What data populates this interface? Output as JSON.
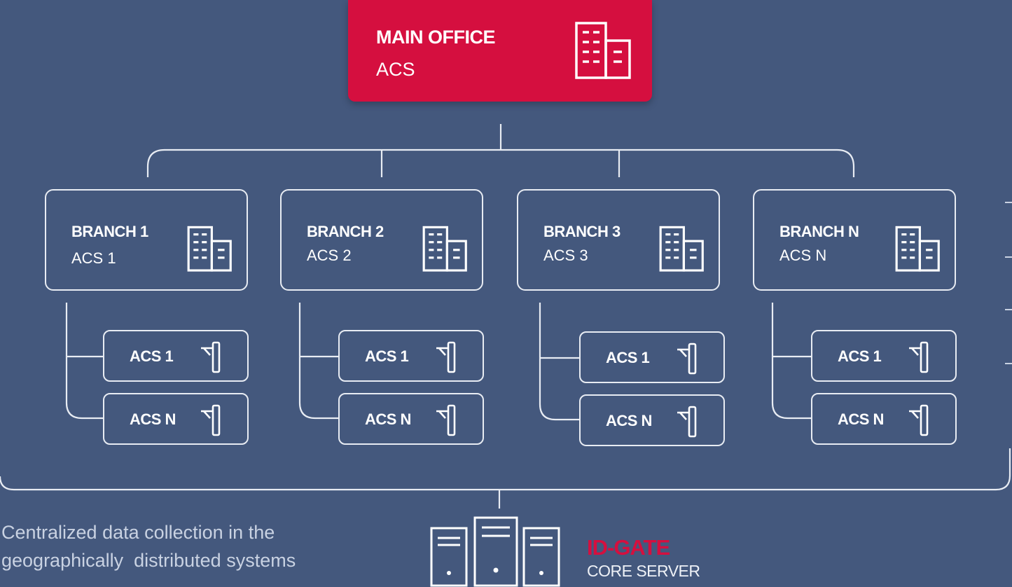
{
  "main_office": {
    "title": "MAIN OFFICE",
    "subtitle": "ACS",
    "icon": "building-icon"
  },
  "branches": [
    {
      "title": "BRANCH 1",
      "subtitle": "ACS 1",
      "acs": [
        "ACS 1",
        "ACS N"
      ]
    },
    {
      "title": "BRANCH 2",
      "subtitle": "ACS 2",
      "acs": [
        "ACS 1",
        "ACS N"
      ]
    },
    {
      "title": "BRANCH 3",
      "subtitle": "ACS 3",
      "acs": [
        "ACS 1",
        "ACS N"
      ]
    },
    {
      "title": "BRANCH N",
      "subtitle": "ACS N",
      "acs": [
        "ACS 1",
        "ACS N"
      ]
    }
  ],
  "caption": {
    "line1": "Centralized data collection in the",
    "line2": "geographically  distributed systems"
  },
  "server": {
    "brand": "ID-GATE",
    "label": "CORE SERVER",
    "icon": "server-icon"
  },
  "colors": {
    "background": "#44587d",
    "accent": "#d50f3f",
    "line": "#e8ecf3"
  }
}
